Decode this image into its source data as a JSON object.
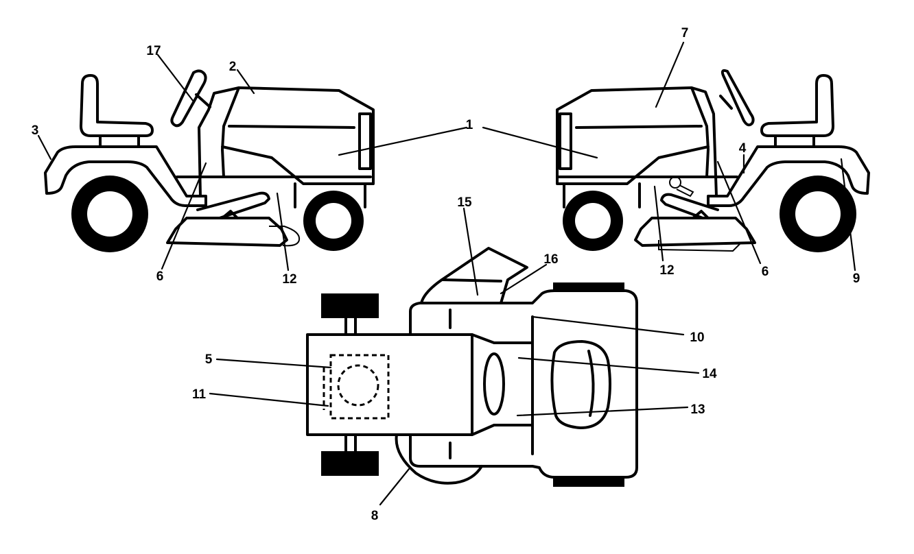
{
  "diagram": {
    "callouts": [
      {
        "id": "c1",
        "text": "1"
      },
      {
        "id": "c2",
        "text": "2"
      },
      {
        "id": "c3",
        "text": "3"
      },
      {
        "id": "c4",
        "text": "4"
      },
      {
        "id": "c5",
        "text": "5"
      },
      {
        "id": "c6a",
        "text": "6"
      },
      {
        "id": "c6b",
        "text": "6"
      },
      {
        "id": "c7",
        "text": "7"
      },
      {
        "id": "c8",
        "text": "8"
      },
      {
        "id": "c9",
        "text": "9"
      },
      {
        "id": "c10",
        "text": "10"
      },
      {
        "id": "c11",
        "text": "11"
      },
      {
        "id": "c12a",
        "text": "12"
      },
      {
        "id": "c12b",
        "text": "12"
      },
      {
        "id": "c13",
        "text": "13"
      },
      {
        "id": "c14",
        "text": "14"
      },
      {
        "id": "c15",
        "text": "15"
      },
      {
        "id": "c16",
        "text": "16"
      },
      {
        "id": "c17",
        "text": "17"
      }
    ]
  }
}
